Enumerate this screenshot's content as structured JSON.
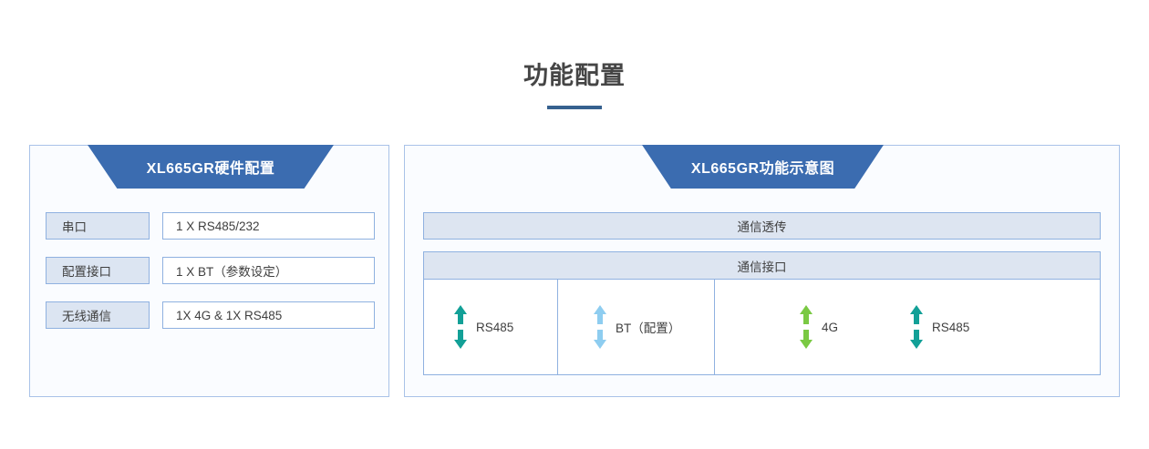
{
  "page": {
    "title": "功能配置"
  },
  "left_panel": {
    "banner_title": "XL665GR硬件配置",
    "rows": [
      {
        "key": "串口",
        "value": "1 X RS485/232"
      },
      {
        "key": "配置接口",
        "value": "1 X BT（参数设定）"
      },
      {
        "key": "无线通信",
        "value": "1X 4G & 1X RS485"
      }
    ]
  },
  "right_panel": {
    "banner_title": "XL665GR功能示意图",
    "transparent_band": "通信透传",
    "interface_band": "通信接口",
    "columns": [
      {
        "ports": [
          {
            "label": "RS485",
            "arrow_icon": "double-arrow-vertical-icon",
            "color": "#12a097"
          }
        ]
      },
      {
        "ports": [
          {
            "label": "BT（配置）",
            "arrow_icon": "double-arrow-vertical-icon",
            "color": "#8ecdf0"
          }
        ]
      },
      {
        "ports": [
          {
            "label": "4G",
            "arrow_icon": "double-arrow-vertical-icon",
            "color": "#7ac943"
          },
          {
            "label": "RS485",
            "arrow_icon": "double-arrow-vertical-icon",
            "color": "#12a097"
          }
        ]
      }
    ]
  },
  "colors": {
    "banner_blue": "#3b6cb0",
    "rule_blue": "#36618f",
    "border_blue": "#8fb1e0",
    "panel_border": "#a9c2e8",
    "key_fill": "#dce5f2",
    "band_fill": "#dde5f1",
    "teal": "#12a097",
    "light_blue": "#8ecdf0",
    "green": "#7ac943"
  }
}
